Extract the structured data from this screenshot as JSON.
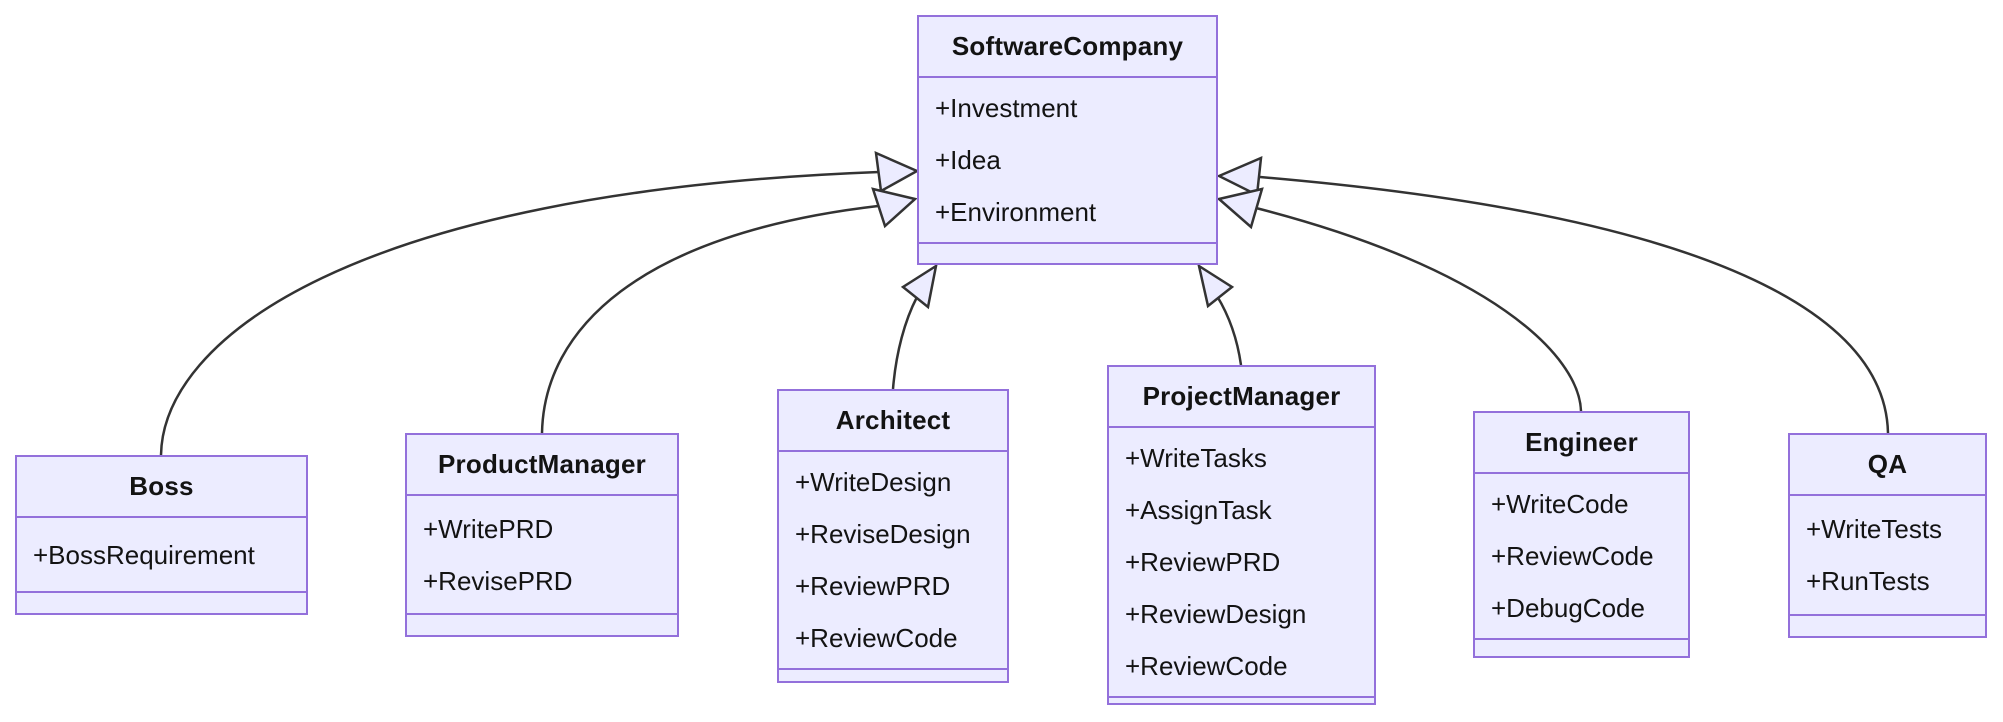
{
  "diagram": {
    "type": "uml-class-diagram",
    "classes": [
      {
        "name": "SoftwareCompany",
        "attributes": [
          "+Investment",
          "+Idea",
          "+Environment"
        ],
        "methods": []
      },
      {
        "name": "Boss",
        "attributes": [
          "+BossRequirement"
        ],
        "methods": []
      },
      {
        "name": "ProductManager",
        "attributes": [
          "+WritePRD",
          "+RevisePRD"
        ],
        "methods": []
      },
      {
        "name": "Architect",
        "attributes": [
          "+WriteDesign",
          "+ReviseDesign",
          "+ReviewPRD",
          "+ReviewCode"
        ],
        "methods": []
      },
      {
        "name": "ProjectManager",
        "attributes": [
          "+WriteTasks",
          "+AssignTask",
          "+ReviewPRD",
          "+ReviewDesign",
          "+ReviewCode"
        ],
        "methods": []
      },
      {
        "name": "Engineer",
        "attributes": [
          "+WriteCode",
          "+ReviewCode",
          "+DebugCode"
        ],
        "methods": []
      },
      {
        "name": "QA",
        "attributes": [
          "+WriteTests",
          "+RunTests"
        ],
        "methods": []
      }
    ],
    "relationships": [
      {
        "from": "Boss",
        "to": "SoftwareCompany",
        "type": "inheritance"
      },
      {
        "from": "ProductManager",
        "to": "SoftwareCompany",
        "type": "inheritance"
      },
      {
        "from": "Architect",
        "to": "SoftwareCompany",
        "type": "inheritance"
      },
      {
        "from": "ProjectManager",
        "to": "SoftwareCompany",
        "type": "inheritance"
      },
      {
        "from": "Engineer",
        "to": "SoftwareCompany",
        "type": "inheritance"
      },
      {
        "from": "QA",
        "to": "SoftwareCompany",
        "type": "inheritance"
      }
    ],
    "colors": {
      "node_fill": "#ECECFF",
      "node_border": "#9370DB",
      "edge": "#333333",
      "text": "#131313",
      "background": "#FFFFFF"
    }
  }
}
